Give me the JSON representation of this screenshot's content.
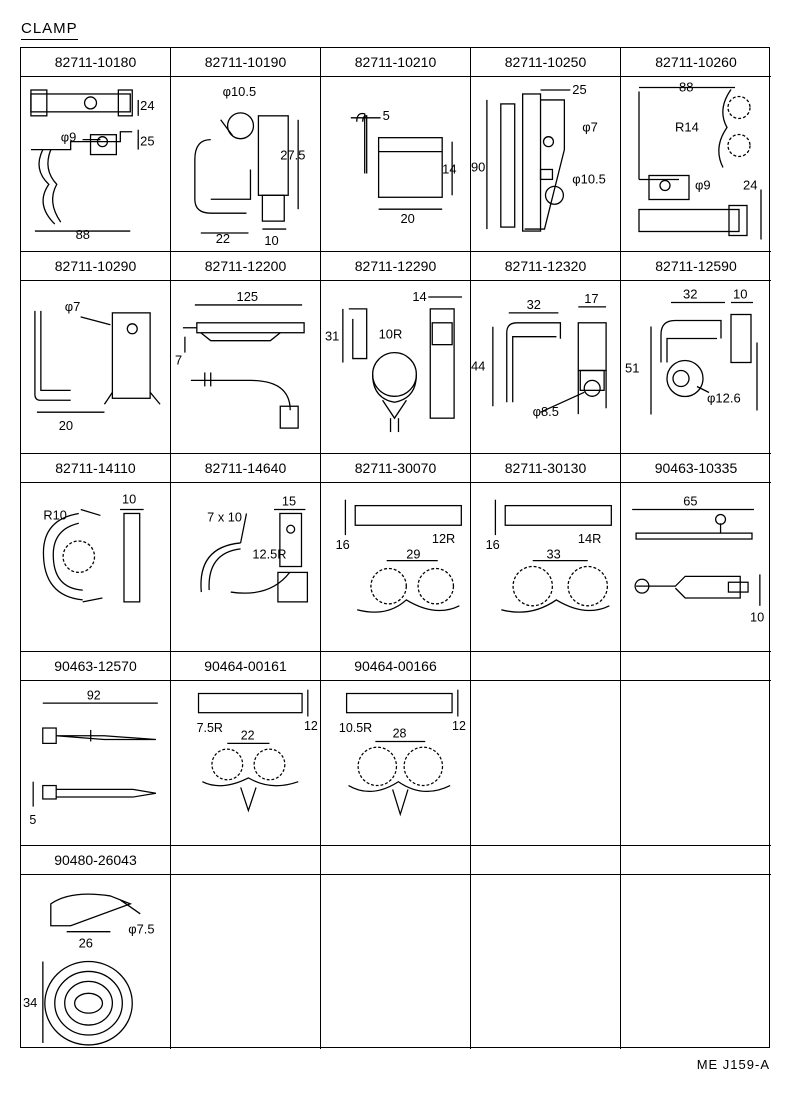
{
  "title": "CLAMP",
  "reference": "ME  J159-A",
  "parts": [
    {
      "pn": "82711-10180",
      "dims": [
        "24",
        "25",
        "φ9",
        "88"
      ]
    },
    {
      "pn": "82711-10190",
      "dims": [
        "φ10.5",
        "27.5",
        "22",
        "10"
      ]
    },
    {
      "pn": "82711-10210",
      "dims": [
        "5",
        "14",
        "20"
      ]
    },
    {
      "pn": "82711-10250",
      "dims": [
        "25",
        "90",
        "φ7",
        "φ10.5"
      ]
    },
    {
      "pn": "82711-10260",
      "dims": [
        "88",
        "R14",
        "φ9",
        "24"
      ]
    },
    {
      "pn": "82711-10290",
      "dims": [
        "φ7",
        "20"
      ]
    },
    {
      "pn": "82711-12200",
      "dims": [
        "125",
        "7"
      ]
    },
    {
      "pn": "82711-12290",
      "dims": [
        "14",
        "31",
        "10R"
      ]
    },
    {
      "pn": "82711-12320",
      "dims": [
        "32",
        "17",
        "44",
        "φ8.5"
      ]
    },
    {
      "pn": "82711-12590",
      "dims": [
        "32",
        "10",
        "51",
        "φ12.6"
      ]
    },
    {
      "pn": "82711-14110",
      "dims": [
        "R10",
        "10"
      ]
    },
    {
      "pn": "82711-14640",
      "dims": [
        "7 x 10",
        "15",
        "12.5R"
      ]
    },
    {
      "pn": "82711-30070",
      "dims": [
        "16",
        "12R",
        "29"
      ]
    },
    {
      "pn": "82711-30130",
      "dims": [
        "16",
        "14R",
        "33"
      ]
    },
    {
      "pn": "90463-10335",
      "dims": [
        "65",
        "10"
      ]
    },
    {
      "pn": "90463-12570",
      "dims": [
        "92",
        "5"
      ]
    },
    {
      "pn": "90464-00161",
      "dims": [
        "12",
        "7.5R",
        "22"
      ]
    },
    {
      "pn": "90464-00166",
      "dims": [
        "12",
        "10.5R",
        "28"
      ]
    },
    {
      "pn": "",
      "dims": []
    },
    {
      "pn": "",
      "dims": []
    },
    {
      "pn": "90480-26043",
      "dims": [
        "φ7.5",
        "26",
        "34"
      ]
    },
    {
      "pn": "",
      "dims": []
    },
    {
      "pn": "",
      "dims": []
    },
    {
      "pn": "",
      "dims": []
    },
    {
      "pn": "",
      "dims": []
    }
  ]
}
